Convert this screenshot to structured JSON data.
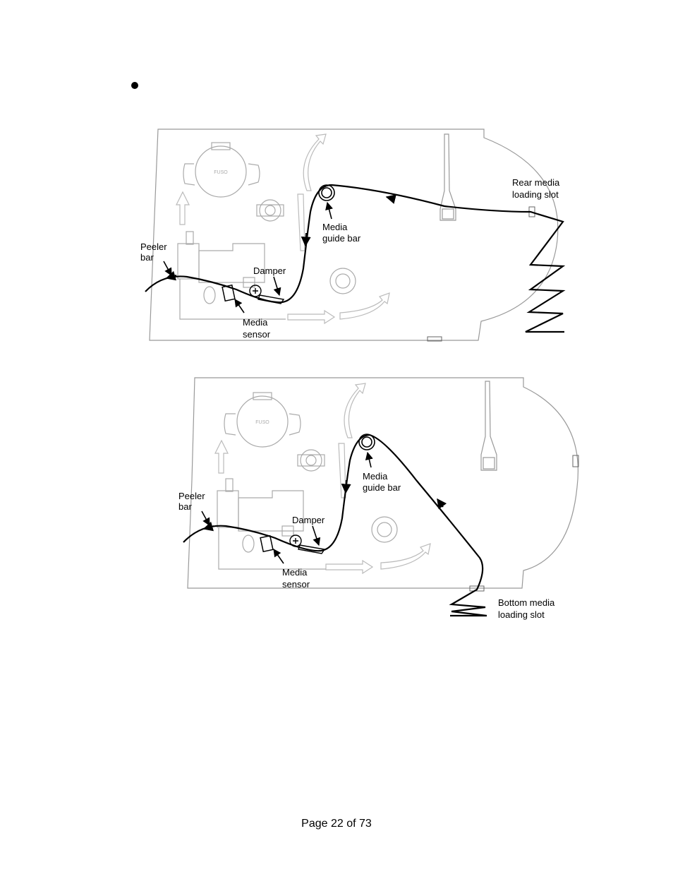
{
  "figure_top": {
    "label_rear_slot_1": "Rear  media",
    "label_rear_slot_2": "loading slot",
    "label_guide_1": "Media",
    "label_guide_2": "guide bar",
    "label_peeler_1": "Peeler",
    "label_peeler_2": "bar",
    "label_damper": "Damper",
    "label_sensor_1": "Media",
    "label_sensor_2": "sensor",
    "logo": "FUSO"
  },
  "figure_bottom": {
    "label_guide_1": "Media",
    "label_guide_2": "guide bar",
    "label_peeler_1": "Peeler",
    "label_peeler_2": "bar",
    "label_damper": "Damper",
    "label_sensor_1": "Media",
    "label_sensor_2": "sensor",
    "label_bottom_slot_1": "Bottom media",
    "label_bottom_slot_2": "loading slot",
    "logo": "FUSO"
  },
  "footer": {
    "page_label": "Page  22 of 73"
  }
}
